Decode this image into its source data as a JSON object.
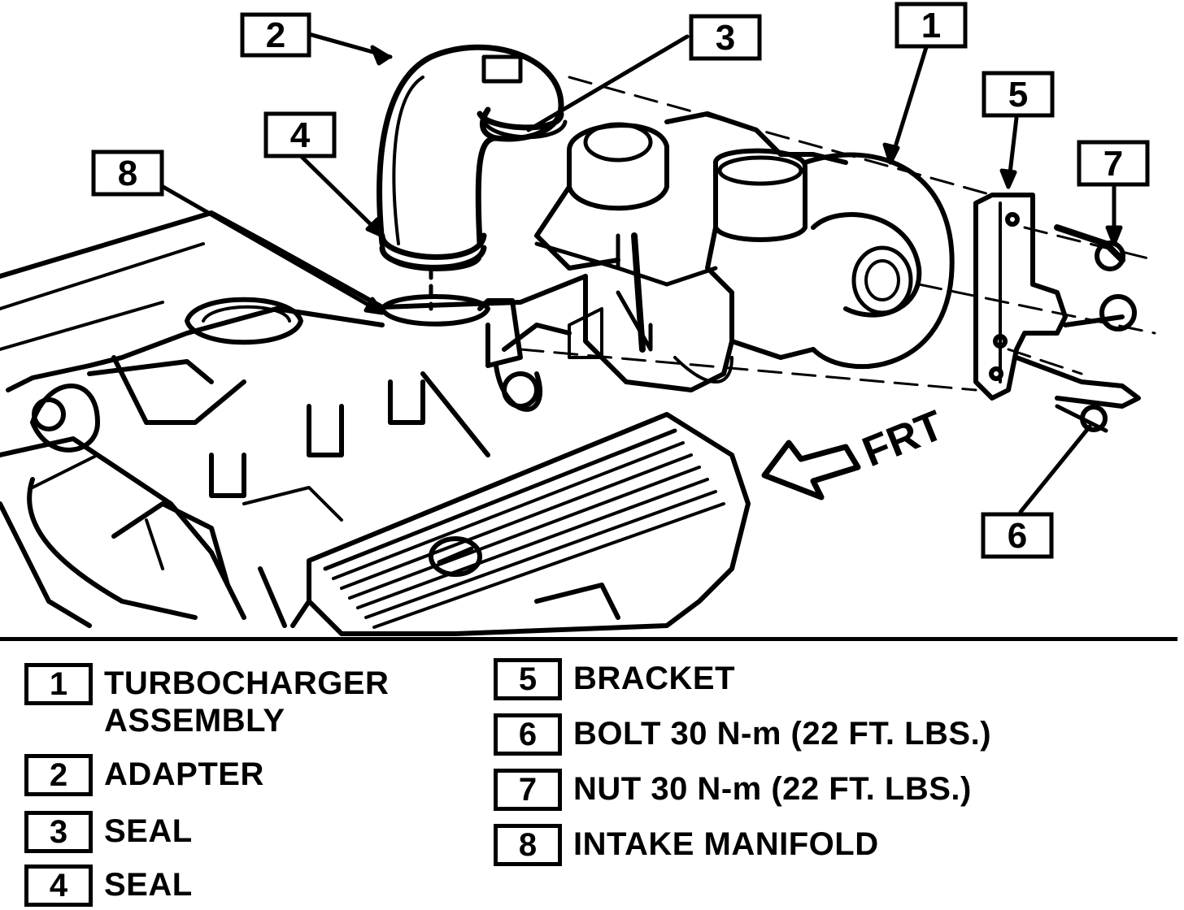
{
  "diagram": {
    "callouts": [
      {
        "id": "1",
        "number": "1"
      },
      {
        "id": "2",
        "number": "2"
      },
      {
        "id": "3",
        "number": "3"
      },
      {
        "id": "4",
        "number": "4"
      },
      {
        "id": "5",
        "number": "5"
      },
      {
        "id": "6",
        "number": "6"
      },
      {
        "id": "7",
        "number": "7"
      },
      {
        "id": "8",
        "number": "8"
      }
    ],
    "direction_label": "FRT"
  },
  "legend": [
    {
      "number": "1",
      "label": "TURBOCHARGER\nASSEMBLY"
    },
    {
      "number": "2",
      "label": "ADAPTER"
    },
    {
      "number": "3",
      "label": "SEAL"
    },
    {
      "number": "4",
      "label": "SEAL"
    },
    {
      "number": "5",
      "label": "BRACKET"
    },
    {
      "number": "6",
      "label": "BOLT 30 N-m (22 FT. LBS.)"
    },
    {
      "number": "7",
      "label": "NUT 30 N-m (22 FT. LBS.)"
    },
    {
      "number": "8",
      "label": "INTAKE MANIFOLD"
    }
  ]
}
